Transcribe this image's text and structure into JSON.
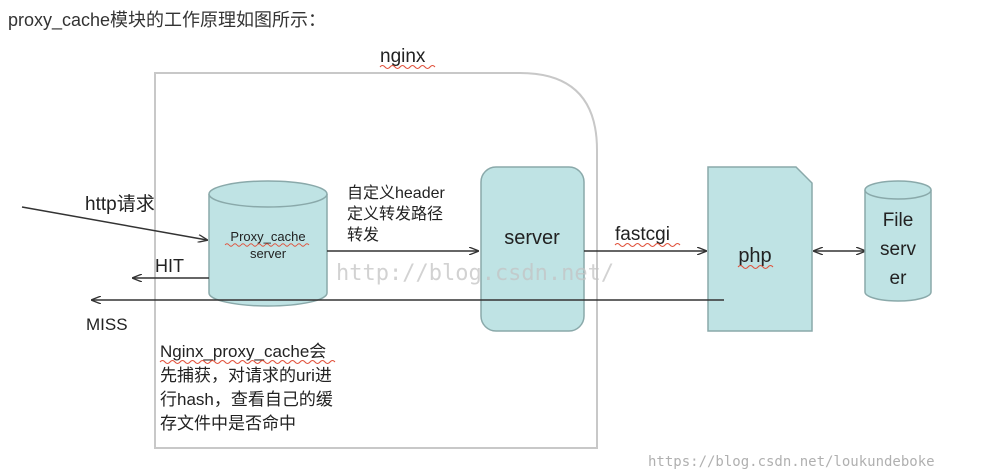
{
  "heading": "proxy_cache模块的工作原理如图所示：",
  "nginx_label": "nginx",
  "http_request_label": "http请求",
  "cache_label": [
    "Proxy_cache",
    "server"
  ],
  "custom_header_label": [
    "自定义header",
    "定义转发路径",
    "转发"
  ],
  "server_label": "server",
  "fastcgi_label": "fastcgi",
  "php_label": "php",
  "file_server_label": [
    "File",
    "serv",
    "er"
  ],
  "hit_label": "HIT",
  "miss_label": "MISS",
  "note_lines": [
    "Nginx_proxy_cache会",
    "先捕获，对请求的uri进",
    "行hash，查看自己的缓",
    "存文件中是否命中"
  ],
  "watermark_center": "http://blog.csdn.net/",
  "watermark_corner": "https://blog.csdn.net/loukundeboke",
  "colors": {
    "node_fill": "#bfe3e4",
    "node_stroke": "#8aa9aa",
    "container_stroke": "#c8c8c8",
    "arrow": "#333333",
    "squiggle": "#e0503a",
    "watermark": "#b8b8b8"
  }
}
